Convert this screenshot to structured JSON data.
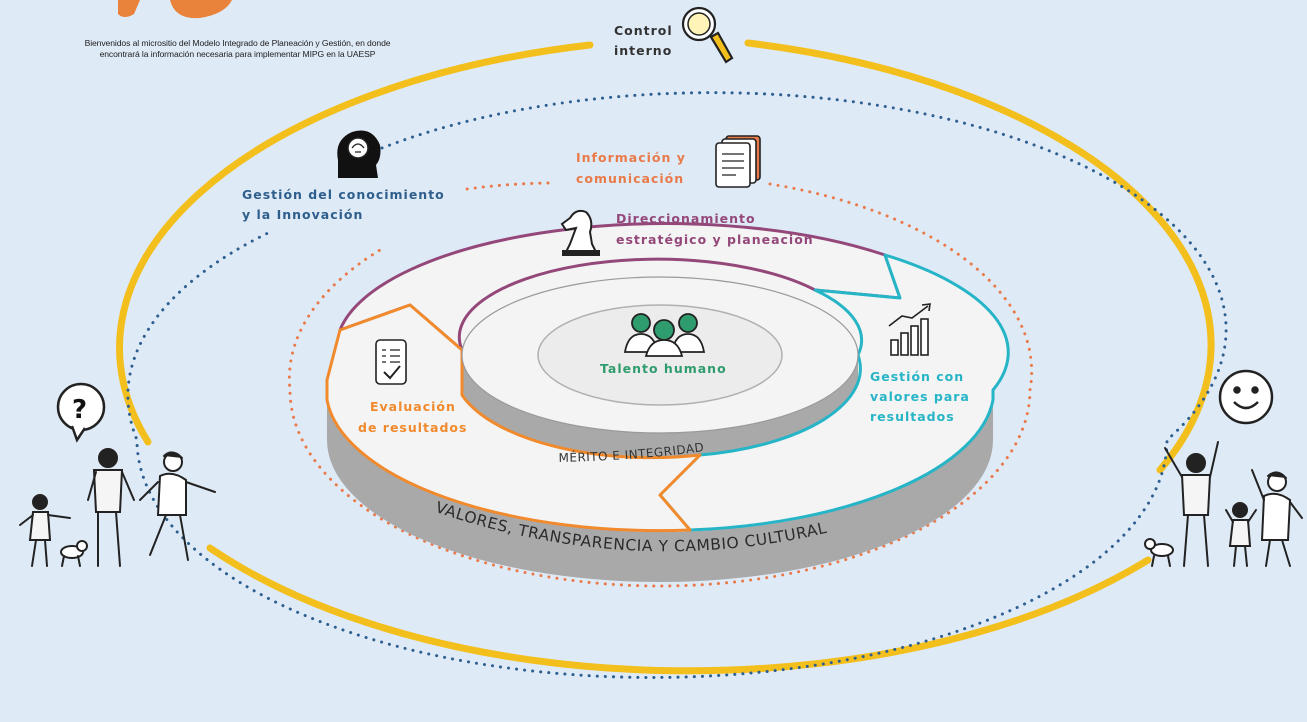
{
  "intro": {
    "line1": "Bienvenidos al micrositio del Modelo Integrado de Planeación y Gestión, en donde",
    "line2": "encontrará la información necesaria para implementar MIPG en la UAESP"
  },
  "dimensions": {
    "control_1": "Control",
    "control_2": "interno",
    "conocimiento_1": "Gestión del conocimiento",
    "conocimiento_2": "y la Innovación",
    "informacion_1": "Información y",
    "informacion_2": "comunicación",
    "direccionamiento_1": "Direccionamiento",
    "direccionamiento_2": "estratégico y planeación",
    "gestion_1": "Gestión con",
    "gestion_2": "valores para",
    "gestion_3": "resultados",
    "evaluacion_1": "Evaluación",
    "evaluacion_2": "de resultados",
    "talento": "Talento humano"
  },
  "bands": {
    "inner": "MÉRITO E INTEGRIDAD",
    "outer": "VALORES, TRANSPARENCIA Y CAMBIO CULTURAL"
  },
  "icons": {
    "question": "?",
    "smiley": "smiley-icon",
    "magnifier": "magnifier-icon",
    "brain_head": "brain-head-icon",
    "documents": "documents-icon",
    "chess_knight": "chess-knight-icon",
    "bar_chart": "bar-chart-icon",
    "checklist": "checklist-icon",
    "people": "people-icon"
  },
  "colors": {
    "background": "#dfeaf7",
    "yellow_ring": "#f3bf1c",
    "blue_dotted": "#2d5f8f",
    "orange_dotted": "#e97a4a",
    "purple": "#94487a",
    "cyan": "#26b5c7",
    "orange": "#f08a2d",
    "green_text": "#2f9c6e",
    "navy_text": "#2e5e8c",
    "gray_band": "#a9a9a9"
  }
}
